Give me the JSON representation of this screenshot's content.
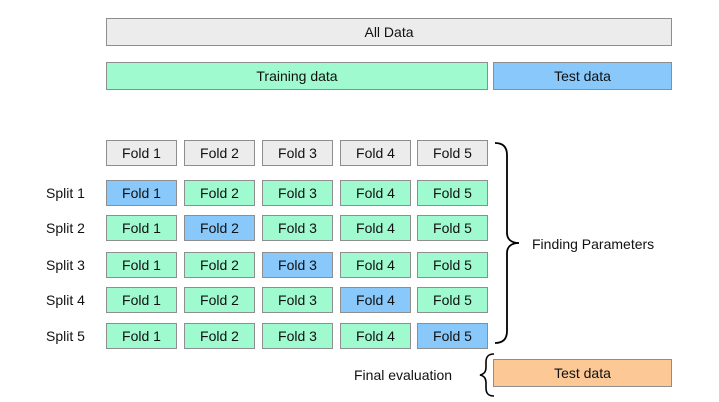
{
  "top": {
    "all_data": "All Data",
    "training_data": "Training data",
    "test_data": "Test data"
  },
  "folds_header": [
    "Fold 1",
    "Fold 2",
    "Fold 3",
    "Fold 4",
    "Fold 5"
  ],
  "splits": [
    {
      "label": "Split 1",
      "test_fold": 1
    },
    {
      "label": "Split 2",
      "test_fold": 2
    },
    {
      "label": "Split 3",
      "test_fold": 3
    },
    {
      "label": "Split 4",
      "test_fold": 4
    },
    {
      "label": "Split 5",
      "test_fold": 5
    }
  ],
  "finding_parameters": "Finding Parameters",
  "final_evaluation": "Final evaluation",
  "final_test_data": "Test data",
  "colors": {
    "all_data": "#ececec",
    "training": "#9ffad0",
    "test": "#88c8fa",
    "final_test": "#fcc896",
    "border": "#8e8e8e"
  }
}
